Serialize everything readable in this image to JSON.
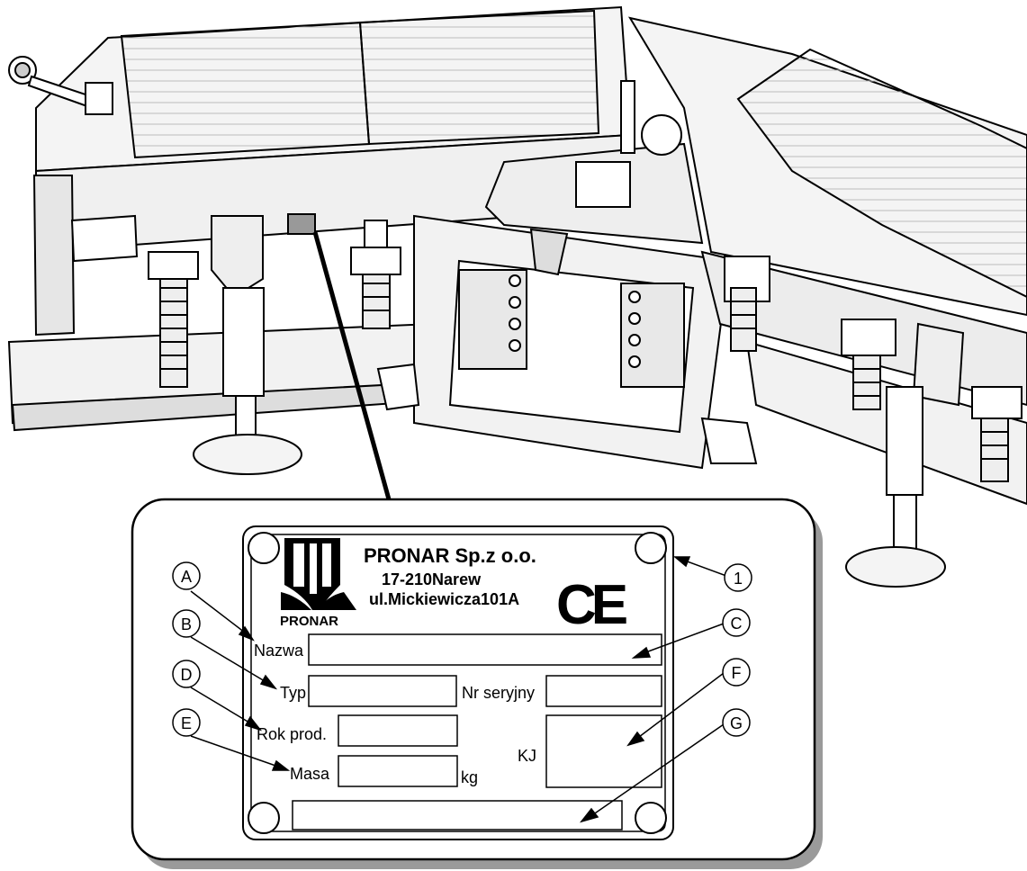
{
  "plate": {
    "company": "PRONAR Sp.z o.o.",
    "address_line1": "17-210Narew",
    "address_line2": "ul.Mickiewicza101A",
    "logo_text": "PRONAR",
    "ce_mark": "CE",
    "fields": {
      "name_label": "Nazwa",
      "type_label": "Typ",
      "serial_label": "Nr seryjny",
      "year_label": "Rok prod.",
      "mass_label": "Masa",
      "mass_unit": "kg",
      "kj_label": "KJ"
    }
  },
  "callouts": {
    "one": "1",
    "a": "A",
    "b": "B",
    "c": "C",
    "d": "D",
    "e": "E",
    "f": "F",
    "g": "G"
  },
  "icons": [
    "plate-mount-icon",
    "logo-icon",
    "ce-mark-icon"
  ]
}
